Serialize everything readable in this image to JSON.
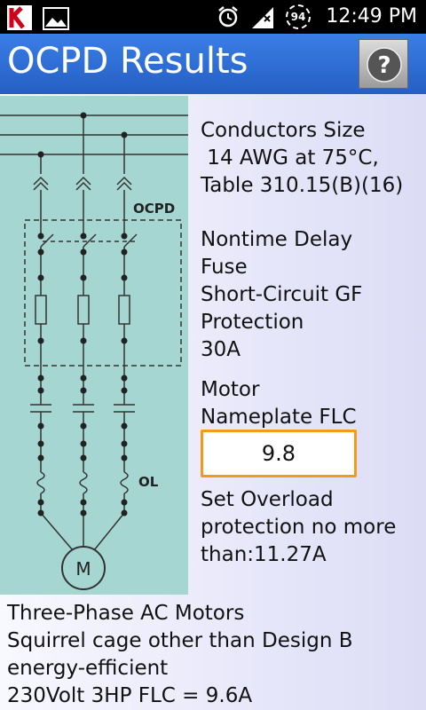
{
  "status_bar": {
    "time": "12:49 PM",
    "battery": "94",
    "icons": [
      "kaspersky-icon",
      "image-icon",
      "alarm-icon",
      "signal-icon",
      "battery-icon"
    ]
  },
  "header": {
    "title": "OCPD Results",
    "help_icon": "question-icon"
  },
  "diagram": {
    "ocpd_label": "OCPD",
    "ol_label": "OL",
    "motor_label": "M"
  },
  "results": {
    "conductors_line1": "Conductors Size",
    "conductors_line2": " 14 AWG at 75°C,",
    "conductors_line3": "Table 310.15(B)(16)",
    "protection_line1": "Nontime Delay",
    "protection_line2": "Fuse",
    "protection_line3": "Short-Circuit GF",
    "protection_line4": "Protection",
    "protection_value": "30A",
    "flc_label_line1": "Motor",
    "flc_label_line2": "Nameplate FLC",
    "flc_value": "9.8",
    "overload_line1": "Set Overload",
    "overload_line2": "protection no more",
    "overload_line3": "than:11.27A"
  },
  "motor_info": {
    "line1": "Three-Phase AC Motors",
    "line2": "Squirrel cage other than Design B",
    "line3": "energy-efficient",
    "line4": "230Volt 3HP FLC = 9.6A"
  },
  "colors": {
    "title_bar": "#2f6fd6",
    "diagram_bg": "#a6d6d2",
    "input_border": "#f39a1a"
  }
}
